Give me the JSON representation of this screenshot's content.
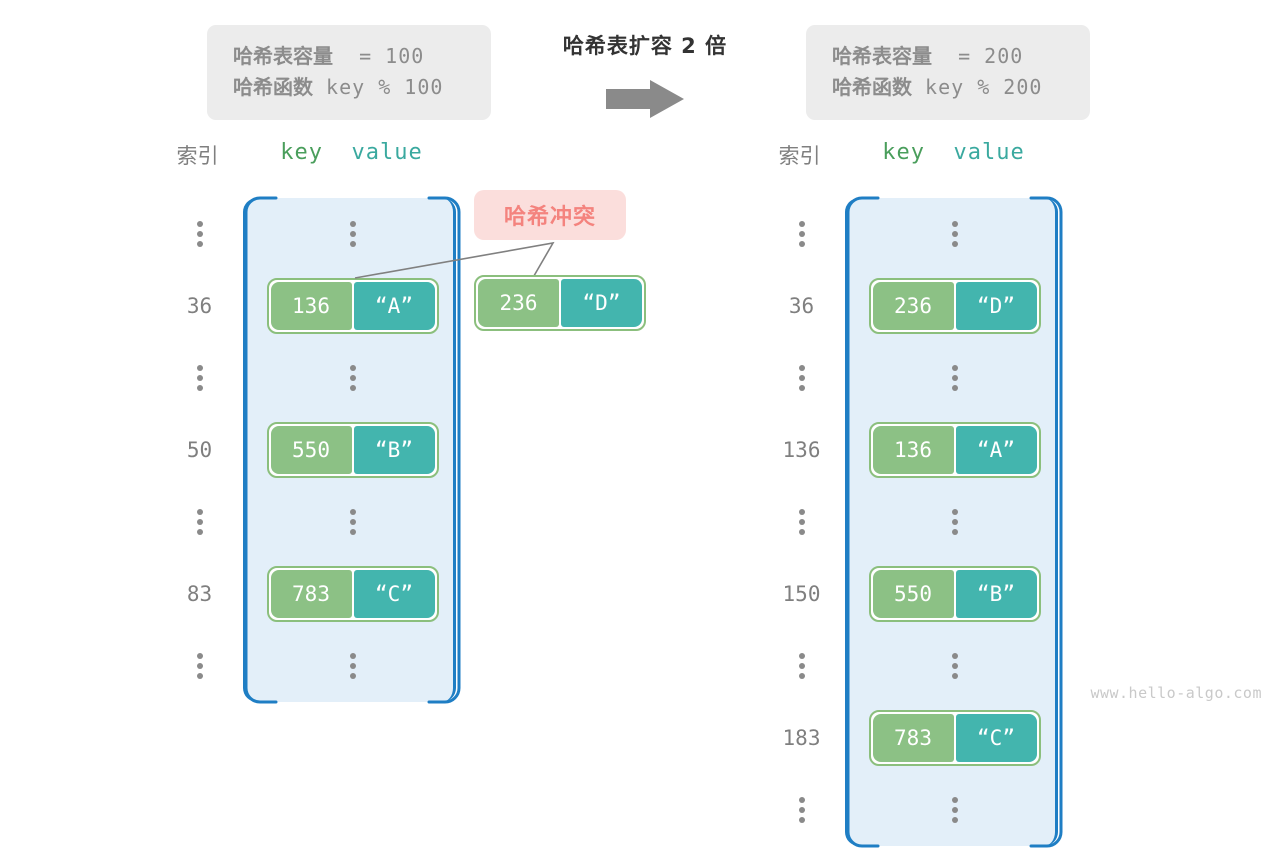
{
  "watermark": "www.hello-algo.com",
  "transform": {
    "title": "哈希表扩容 2 倍",
    "arrow_icon": "right-arrow-icon"
  },
  "info_left": {
    "capacity_label": "哈希表容量",
    "capacity_value": "= 100",
    "hash_label": "哈希函数",
    "hash_value": "key % 100"
  },
  "info_right": {
    "capacity_label": "哈希表容量",
    "capacity_value": "= 200",
    "hash_label": "哈希函数",
    "hash_value": "key % 200"
  },
  "collision": {
    "badge": "哈希冲突",
    "pair": {
      "key": "236",
      "value": "“D”"
    }
  },
  "table_left": {
    "head_index": "索引",
    "head_key": "key",
    "head_value": "value",
    "rows": [
      {
        "index": "⋮",
        "type": "ellipsis"
      },
      {
        "index": "36",
        "type": "pair",
        "key": "136",
        "value": "“A”"
      },
      {
        "index": "⋮",
        "type": "ellipsis"
      },
      {
        "index": "50",
        "type": "pair",
        "key": "550",
        "value": "“B”"
      },
      {
        "index": "⋮",
        "type": "ellipsis"
      },
      {
        "index": "83",
        "type": "pair",
        "key": "783",
        "value": "“C”"
      },
      {
        "index": "⋮",
        "type": "ellipsis"
      }
    ]
  },
  "table_right": {
    "head_index": "索引",
    "head_key": "key",
    "head_value": "value",
    "rows": [
      {
        "index": "⋮",
        "type": "ellipsis"
      },
      {
        "index": "36",
        "type": "pair",
        "key": "236",
        "value": "“D”"
      },
      {
        "index": "⋮",
        "type": "ellipsis"
      },
      {
        "index": "136",
        "type": "pair",
        "key": "136",
        "value": "“A”"
      },
      {
        "index": "⋮",
        "type": "ellipsis"
      },
      {
        "index": "150",
        "type": "pair",
        "key": "550",
        "value": "“B”"
      },
      {
        "index": "⋮",
        "type": "ellipsis"
      },
      {
        "index": "183",
        "type": "pair",
        "key": "783",
        "value": "“C”"
      },
      {
        "index": "⋮",
        "type": "ellipsis"
      }
    ]
  },
  "colors": {
    "key_cell": "#8cc185",
    "value_cell": "#43b5ae",
    "bucket_fill": "#e3eff9",
    "bucket_border": "#1f7ec4",
    "pair_border": "#8bbf7d",
    "badge_bg": "#fbdedc",
    "badge_text": "#f4837e",
    "info_bg": "#ececec",
    "info_text": "#8c8c8c",
    "key_head": "#4a9e5c",
    "value_head": "#3aa99f",
    "arrow": "#8a8a8a"
  }
}
